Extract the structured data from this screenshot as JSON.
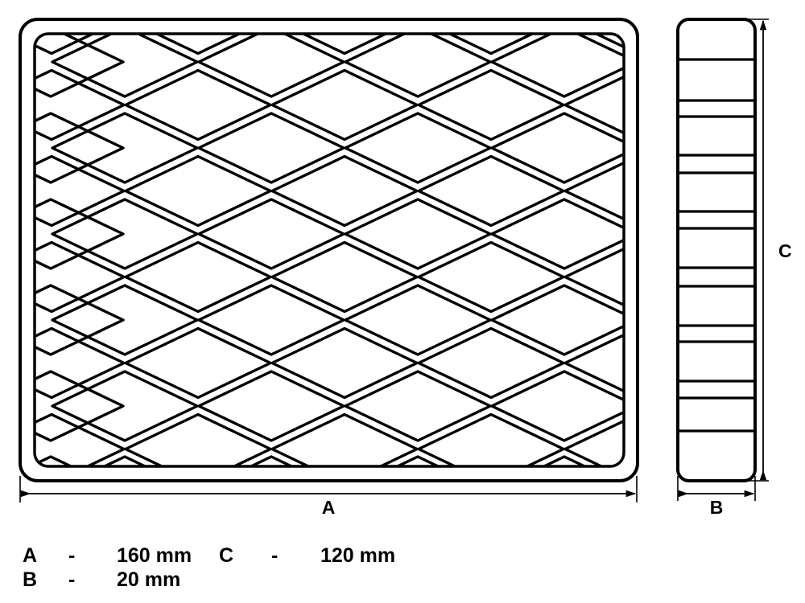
{
  "drawing": {
    "title": "lifting pad technical drawing",
    "stroke_color": "#000000",
    "background_color": "#ffffff",
    "views": [
      {
        "name": "top-view",
        "description": "rubber lifting pad top view with diamond tread pattern",
        "pattern": "diamond-tread"
      },
      {
        "name": "side-view",
        "description": "side profile with horizontal layer lines",
        "layer_line_count": 14
      }
    ]
  },
  "dimensions": {
    "a": {
      "label": "A",
      "dash": "-",
      "value": "160 mm"
    },
    "b": {
      "label": "B",
      "dash": "-",
      "value": "20 mm"
    },
    "c": {
      "label": "C",
      "dash": "-",
      "value": "120 mm"
    }
  },
  "callouts": {
    "a_label": "A",
    "b_label": "B",
    "c_label": "C"
  }
}
